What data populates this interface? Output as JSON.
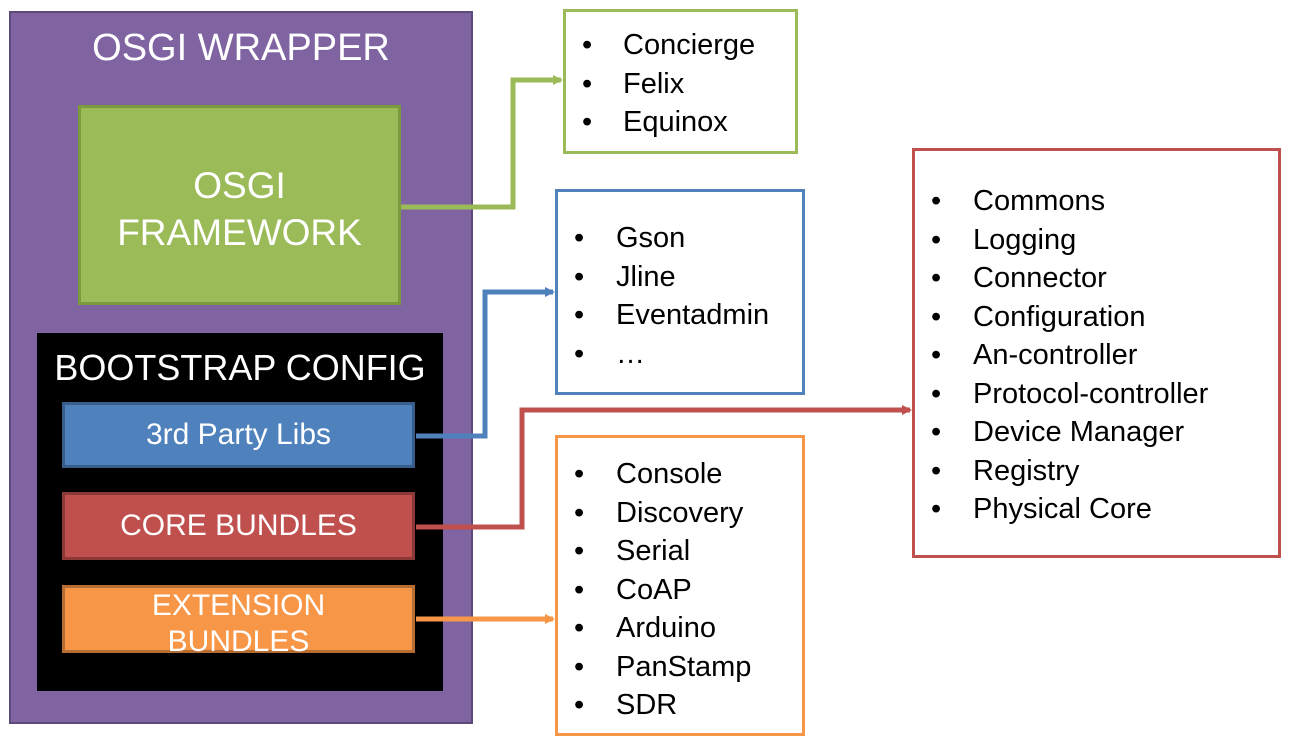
{
  "wrapper": {
    "title": "OSGI WRAPPER"
  },
  "framework": {
    "line1": "OSGI",
    "line2": "FRAMEWORK"
  },
  "bootstrap": {
    "title": "BOOTSTRAP CONFIG",
    "third_party_label": "3rd Party Libs",
    "core_label": "CORE BUNDLES",
    "extension_line1": "EXTENSION",
    "extension_line2": "BUNDLES"
  },
  "framework_list": [
    "Concierge",
    "Felix",
    "Equinox"
  ],
  "third_party_list": [
    "Gson",
    "Jline",
    "Eventadmin",
    "…"
  ],
  "extension_list": [
    "Console",
    "Discovery",
    "Serial",
    "CoAP",
    "Arduino",
    "PanStamp",
    "SDR"
  ],
  "core_list": [
    "Commons",
    "Logging",
    "Connector",
    "Configuration",
    "An-controller",
    "Protocol-controller",
    "Device Manager",
    "Registry",
    "Physical Core"
  ],
  "colors": {
    "wrapper": "#8064a2",
    "framework": "#9bbb59",
    "third_party": "#4f81bd",
    "core": "#c0504d",
    "extension": "#f79646",
    "bootstrap": "#000000"
  }
}
